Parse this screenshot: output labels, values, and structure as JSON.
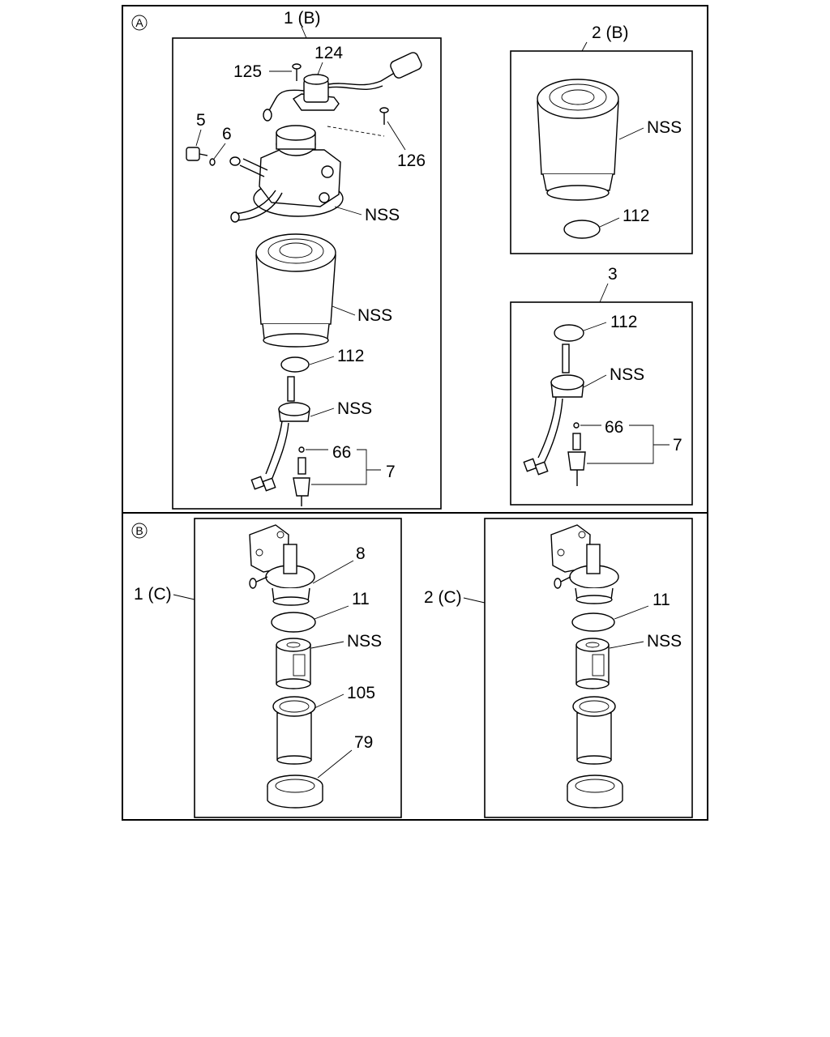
{
  "sections": {
    "A": {
      "marker": "A",
      "groups": {
        "g1": {
          "label": "1 (B)",
          "parts": [
            "124",
            "125",
            "126",
            "5",
            "6",
            "NSS",
            "NSS",
            "112",
            "NSS",
            "66",
            "7"
          ]
        },
        "g2": {
          "label": "2 (B)",
          "parts": [
            "NSS",
            "112"
          ]
        },
        "g3": {
          "label": "3",
          "parts": [
            "112",
            "NSS",
            "66",
            "7"
          ]
        }
      }
    },
    "B": {
      "marker": "B",
      "groups": {
        "g1": {
          "label": "1 (C)",
          "parts": [
            "8",
            "11",
            "NSS",
            "105",
            "79"
          ]
        },
        "g2": {
          "label": "2 (C)",
          "parts": [
            "11",
            "NSS"
          ]
        }
      }
    }
  }
}
